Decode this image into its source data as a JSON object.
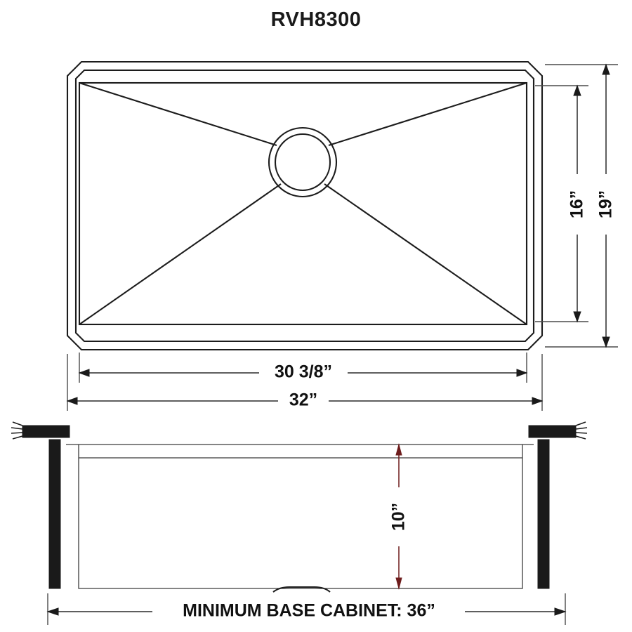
{
  "document": {
    "title": "RVH8300",
    "type": "product-dimension-drawing",
    "subject": "undermount kitchen sink"
  },
  "views": {
    "top": {
      "name": "top-view",
      "features": [
        "outer-rim",
        "inner-basin",
        "drain-opening",
        "sloped-bottom-creases"
      ]
    },
    "front": {
      "name": "front-section-view",
      "features": [
        "countertop",
        "cabinet-walls",
        "sink-rim",
        "basin-body",
        "drain-outlet"
      ]
    }
  },
  "dimensions": {
    "overall_width": "32”",
    "inner_width": "30 3/8”",
    "overall_depth": "19”",
    "inner_depth": "16”",
    "bowl_depth": "10”",
    "min_base_cabinet_label": "MINIMUM BASE CABINET: 36”"
  },
  "colors": {
    "line": "#1c1c1c",
    "thin_line": "#3b3b3b",
    "extension_line": "#4a4a4a",
    "dimension_line": "#2a2a2a",
    "depth_dimension_accent": "#6e1d1d",
    "solid_fill": "#1a1a1a",
    "background": "#ffffff",
    "text": "#111111"
  },
  "chart_data": {
    "type": "table",
    "title": "RVH8300",
    "categories": [
      "overall width",
      "inner width",
      "overall depth",
      "inner depth",
      "bowl depth",
      "minimum base cabinet"
    ],
    "values": [
      32,
      30.375,
      19,
      16,
      10,
      36
    ],
    "labels": [
      "32”",
      "30 3/8”",
      "19”",
      "16”",
      "10”",
      "36”"
    ],
    "unit": "inches",
    "xlabel": "",
    "ylabel": ""
  }
}
